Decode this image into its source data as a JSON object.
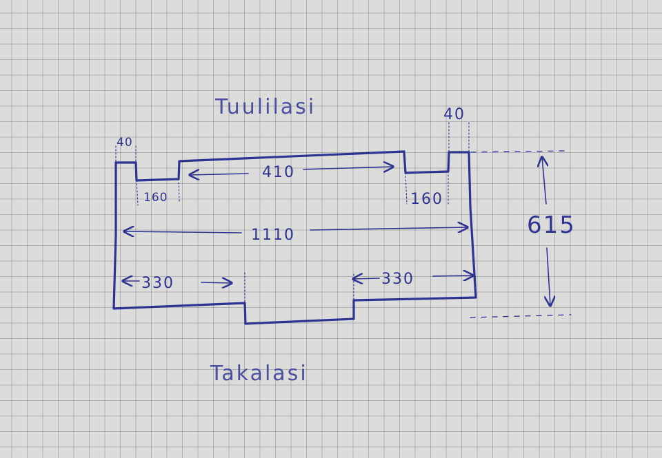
{
  "labels": {
    "front_title": "Tuulilasi",
    "rear_title": "Takalasi",
    "notch_left_width": "40",
    "notch_right_width": "40",
    "top_span": "410",
    "step_left": "160",
    "step_right": "160",
    "total_width": "1110",
    "bottom_left": "330",
    "bottom_right": "330",
    "height": "615"
  },
  "colors": {
    "ink": "#2e3391",
    "paper": "#dcdcdb",
    "grid": "#9a9aa6"
  }
}
